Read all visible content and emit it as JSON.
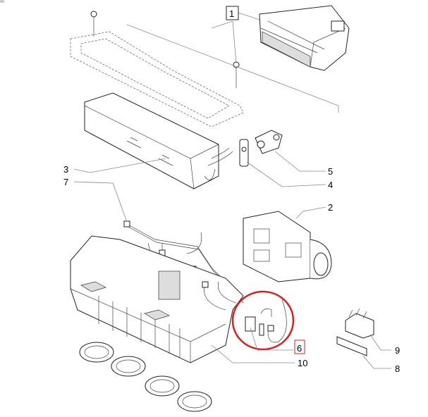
{
  "diagram": {
    "callouts": [
      {
        "id": "1",
        "label": "1",
        "boxed": true
      },
      {
        "id": "2",
        "label": "2"
      },
      {
        "id": "3",
        "label": "3"
      },
      {
        "id": "4",
        "label": "4"
      },
      {
        "id": "5",
        "label": "5"
      },
      {
        "id": "6",
        "label": "6",
        "boxed": true,
        "highlight": true
      },
      {
        "id": "7",
        "label": "7"
      },
      {
        "id": "8",
        "label": "8"
      },
      {
        "id": "9",
        "label": "9"
      },
      {
        "id": "10",
        "label": "10"
      }
    ],
    "highlight_color": "#d81e1e"
  }
}
